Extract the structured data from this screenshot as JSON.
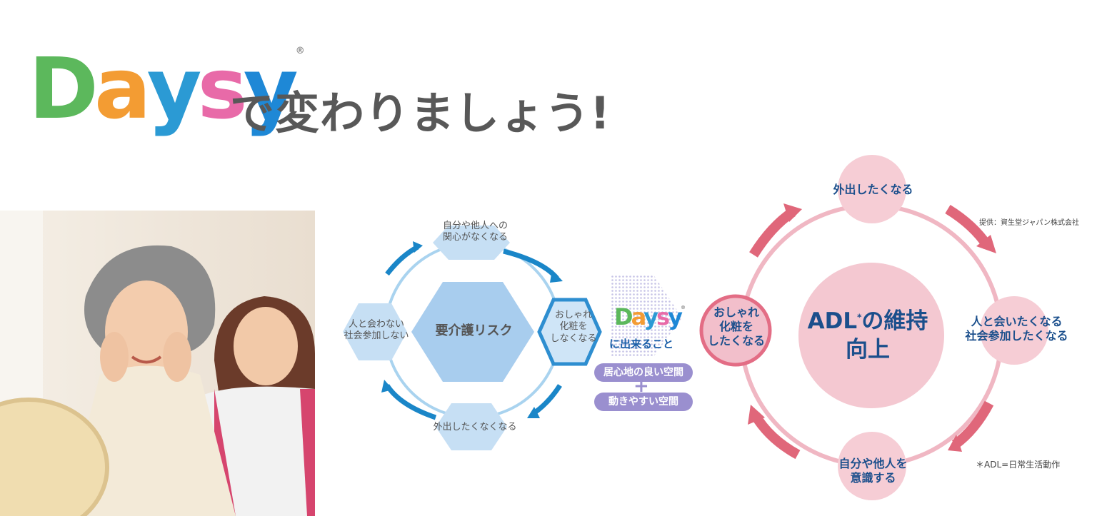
{
  "header": {
    "logo_letters": [
      {
        "char": "D",
        "color": "#5cb85c"
      },
      {
        "char": "a",
        "color": "#f39c33"
      },
      {
        "char": "y",
        "color": "#2b9ad4"
      },
      {
        "char": "s",
        "color": "#e86aa8"
      },
      {
        "char": "y",
        "color": "#1e88d6"
      }
    ],
    "logo_reg": "®",
    "title": "で変わりましょう!"
  },
  "blue_cycle": {
    "center": "要介護リスク",
    "top": [
      "自分や他人への",
      "関心がなくなる"
    ],
    "right": [
      "おしゃれ",
      "化粧を",
      "しなくなる"
    ],
    "bottom": "外出したくなくなる",
    "left": [
      "人と会わない",
      "社会参加しない"
    ]
  },
  "middle": {
    "dekiru": "に出来ること",
    "pill1": "居心地の良い空間",
    "plus": "+",
    "pill2": "動きやすい空間"
  },
  "pink_cycle": {
    "center_line1": "ADL",
    "center_star": "*",
    "center_line1b": "の維持",
    "center_line2": "向上",
    "top": "外出したくなる",
    "left": [
      "おしゃれ",
      "化粧を",
      "したくなる"
    ],
    "right": [
      "人と会いたくなる",
      "社会参加したくなる"
    ],
    "bottom": [
      "自分や他人を",
      "意識する"
    ]
  },
  "credit": "提供：資生堂ジャパン株式会社",
  "footnote": "＊ADL=日常生活動作",
  "colors": {
    "blue_ring": "#a9d3ef",
    "blue_arrow": "#1a86c8",
    "hex_fill": "#c6dff4",
    "hex_center": "#a8cdee",
    "pink_ring": "#f0b7c3",
    "pink_arrow": "#e0677a",
    "pink_node": "#f4c3cd",
    "text_blue": "#1b4f8c"
  }
}
